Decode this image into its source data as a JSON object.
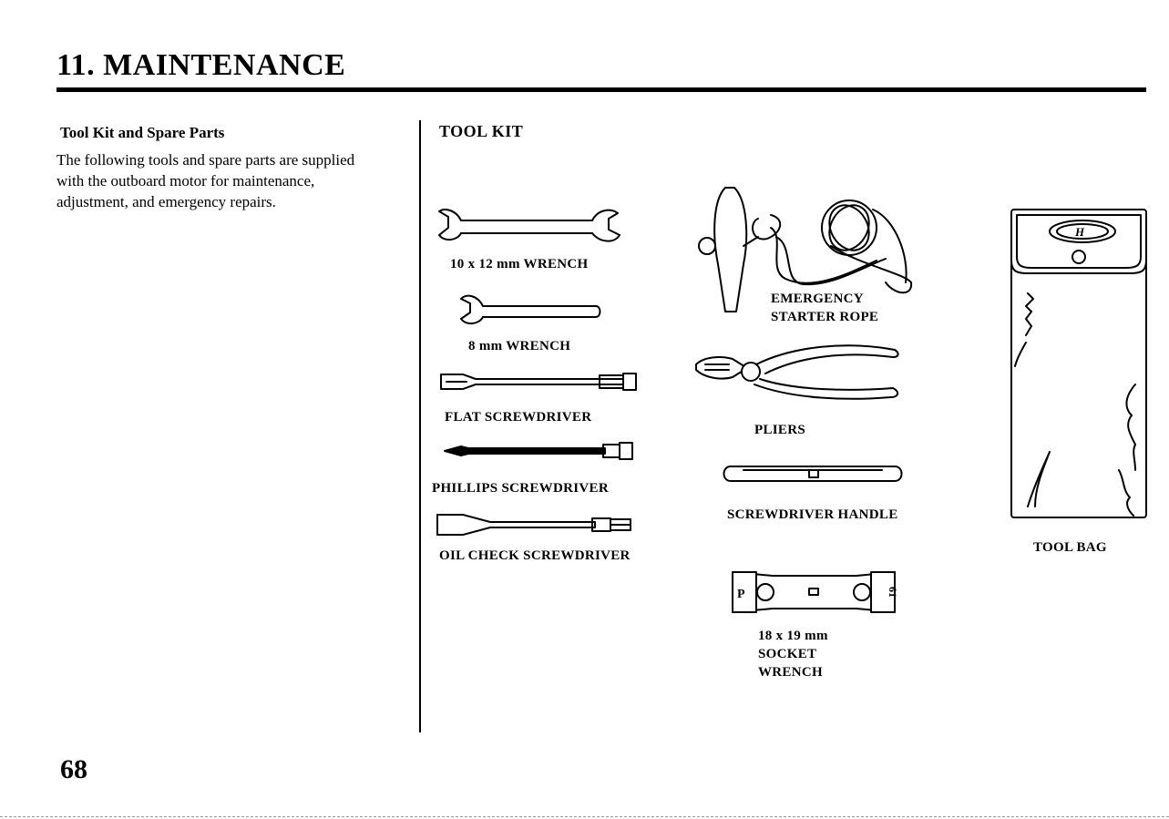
{
  "header": {
    "section_title": "11. MAINTENANCE"
  },
  "left_column": {
    "subheading": "Tool Kit and Spare Parts",
    "body": "The following tools and spare parts are supplied with the outboard motor for maintenance, adjustment, and emergency repairs."
  },
  "tool_kit": {
    "title": "TOOL KIT",
    "items": {
      "wrench_10x12": "10 x 12 mm WRENCH",
      "wrench_8": "8 mm WRENCH",
      "flat_screwdriver": "FLAT SCREWDRIVER",
      "phillips_screwdriver": "PHILLIPS SCREWDRIVER",
      "oil_check_screwdriver": "OIL CHECK SCREWDRIVER",
      "starter_rope_line1": "EMERGENCY",
      "starter_rope_line2": "STARTER ROPE",
      "pliers": "PLIERS",
      "screwdriver_handle": "SCREWDRIVER HANDLE",
      "socket_wrench_line1": "18 x 19 mm",
      "socket_wrench_line2": "SOCKET",
      "socket_wrench_line3": "WRENCH",
      "tool_bag": "TOOL BAG"
    },
    "marks": {
      "socket_left": "P",
      "socket_right": "61",
      "bag_logo": "H"
    }
  },
  "footer": {
    "page_number": "68"
  }
}
